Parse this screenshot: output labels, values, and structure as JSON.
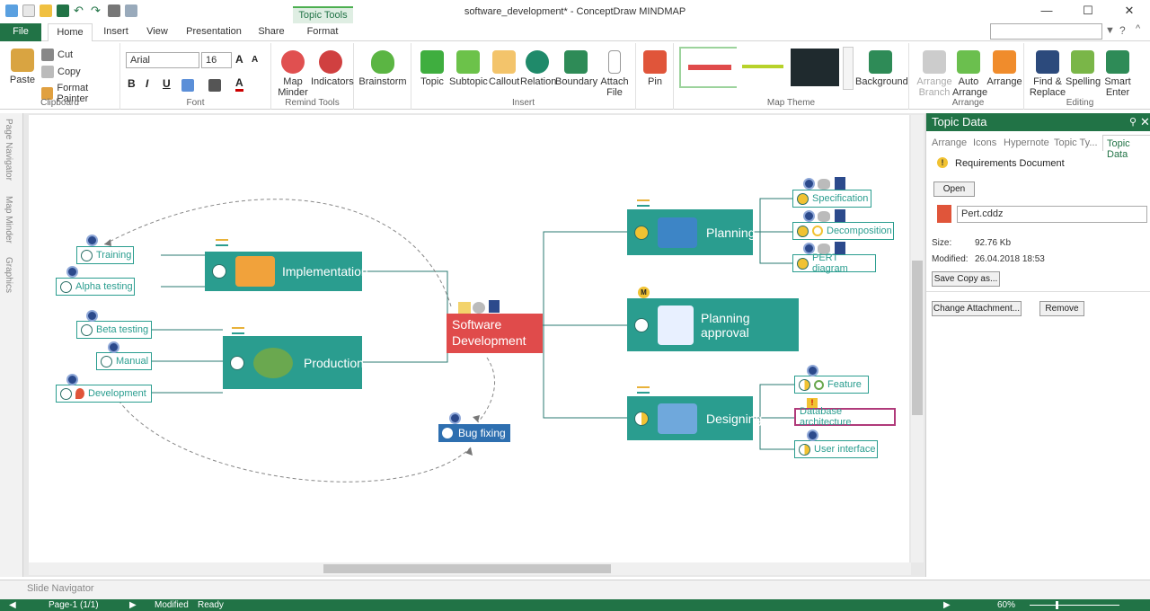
{
  "window": {
    "title": "software_development* - ConceptDraw MINDMAP",
    "context_tab": "Topic Tools"
  },
  "tabs": [
    "File",
    "Home",
    "Insert",
    "View",
    "Presentation",
    "Share",
    "Format"
  ],
  "ribbon": {
    "clipboard": {
      "paste": "Paste",
      "cut": "Cut",
      "copy": "Copy",
      "format_painter": "Format Painter",
      "label": "Clipboard"
    },
    "font": {
      "family": "Arial",
      "size": "16",
      "label": "Font",
      "bold": "B",
      "italic": "I",
      "underline": "U"
    },
    "remind": {
      "map_minder": "Map Minder",
      "indicators": "Indicators",
      "label": "Remind Tools"
    },
    "brainstorm": "Brainstorm",
    "insert": {
      "topic": "Topic",
      "subtopic": "Subtopic",
      "callout": "Callout",
      "relation": "Relation",
      "boundary": "Boundary",
      "attach_file": "Attach File",
      "label": "Insert"
    },
    "pin": "Pin",
    "theme": {
      "label": "Map Theme",
      "background": "Background"
    },
    "arrange": {
      "arrange_branch": "Arrange Branch",
      "auto_arrange": "Auto Arrange",
      "arrange": "Arrange",
      "label": "Arrange"
    },
    "editing": {
      "find_replace": "Find & Replace",
      "spelling": "Spelling",
      "smart_enter": "Smart Enter",
      "label": "Editing"
    }
  },
  "left_panels": [
    "Page Navigator",
    "Map Minder",
    "Graphics"
  ],
  "map": {
    "central": "Software Development",
    "implementation": "Implementation",
    "production": "Production",
    "planning": "Planning",
    "planning_approval": "Planning approval",
    "designing": "Designing",
    "bug_fixing": "Bug fixing",
    "training": "Training",
    "alpha_testing": "Alpha testing",
    "beta_testing": "Beta testing",
    "manual": "Manual",
    "development": "Development",
    "specification": "Specification",
    "decomposition": "Decomposition",
    "pert_diagram": "PERT diagram",
    "feature": "Feature",
    "database_architecture": "Database architecture",
    "user_interface": "User interface",
    "marker_m": "M"
  },
  "topic_data_panel": {
    "title": "Topic Data",
    "tabs": [
      "Arrange",
      "Icons",
      "Hypernote",
      "Topic Ty...",
      "Topic Data"
    ],
    "item": "Requirements Document",
    "open": "Open",
    "file": "Pert.cddz",
    "size_label": "Size:",
    "size": "92.76 Kb",
    "modified_label": "Modified:",
    "modified": "26.04.2018 18:53",
    "save_copy": "Save Copy as...",
    "change_attachment": "Change Attachment...",
    "remove": "Remove"
  },
  "slide_navigator": "Slide Navigator",
  "status": {
    "page": "Page-1 (1/1)",
    "modified": "Modified",
    "ready": "Ready",
    "zoom": "60%"
  },
  "colors": {
    "brand": "#217346",
    "node": "#2a9d8f",
    "central": "#e04b4b",
    "bug": "#2e6fb0"
  }
}
